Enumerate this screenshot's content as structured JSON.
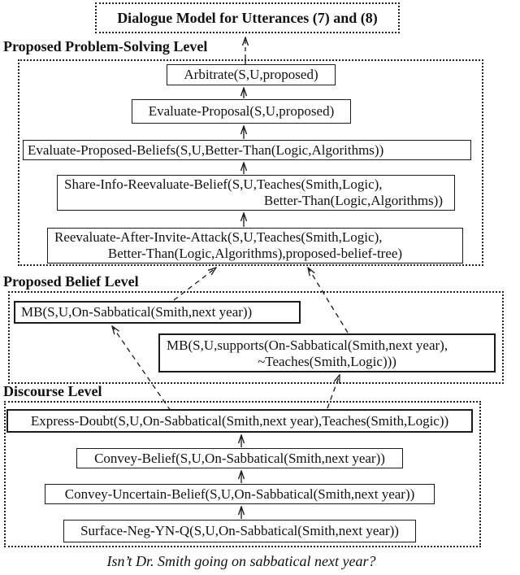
{
  "title": "Dialogue Model for Utterances (7) and (8)",
  "caption": "Isn’t Dr. Smith going on sabbatical next year?",
  "colors": {
    "ink": "#1a1a1a",
    "background": "#ffffff"
  },
  "levels": [
    {
      "label": "Proposed Problem-Solving Level",
      "nodes": [
        {
          "text": "Arbitrate(S,U,proposed)"
        },
        {
          "text": "Evaluate-Proposal(S,U,proposed)"
        },
        {
          "text": "Evaluate-Proposed-Beliefs(S,U,Better-Than(Logic,Algorithms))"
        },
        {
          "lines": [
            "Share-Info-Reevaluate-Belief(S,U,Teaches(Smith,Logic),",
            "Better-Than(Logic,Algorithms))"
          ]
        },
        {
          "lines": [
            "Reevaluate-After-Invite-Attack(S,U,Teaches(Smith,Logic),",
            "Better-Than(Logic,Algorithms),proposed-belief-tree)"
          ]
        }
      ]
    },
    {
      "label": "Proposed Belief Level",
      "nodes": [
        {
          "text": "MB(S,U,On-Sabbatical(Smith,next year))"
        },
        {
          "lines": [
            "MB(S,U,supports(On-Sabbatical(Smith,next year),",
            "~Teaches(Smith,Logic)))"
          ]
        }
      ]
    },
    {
      "label": "Discourse Level",
      "nodes": [
        {
          "text": "Express-Doubt(S,U,On-Sabbatical(Smith,next year),Teaches(Smith,Logic))"
        },
        {
          "text": "Convey-Belief(S,U,On-Sabbatical(Smith,next year))"
        },
        {
          "text": "Convey-Uncertain-Belief(S,U,On-Sabbatical(Smith,next year))"
        },
        {
          "text": "Surface-Neg-YN-Q(S,U,On-Sabbatical(Smith,next year))"
        }
      ]
    }
  ],
  "edges": [
    {
      "from": "Surface-Neg-YN-Q",
      "to": "Convey-Uncertain-Belief",
      "style": "solid"
    },
    {
      "from": "Convey-Uncertain-Belief",
      "to": "Convey-Belief",
      "style": "solid"
    },
    {
      "from": "Convey-Belief",
      "to": "Express-Doubt",
      "style": "solid"
    },
    {
      "from": "Express-Doubt",
      "to": "MB(On-Sabbatical)",
      "style": "dashed"
    },
    {
      "from": "Express-Doubt",
      "to": "MB(supports)",
      "style": "dashed"
    },
    {
      "from": "MB(On-Sabbatical)",
      "to": "Reevaluate-After-Invite-Attack",
      "style": "dashed"
    },
    {
      "from": "MB(supports)",
      "to": "Reevaluate-After-Invite-Attack",
      "style": "dashed"
    },
    {
      "from": "Reevaluate-After-Invite-Attack",
      "to": "Share-Info-Reevaluate-Belief",
      "style": "solid"
    },
    {
      "from": "Share-Info-Reevaluate-Belief",
      "to": "Evaluate-Proposed-Beliefs",
      "style": "solid"
    },
    {
      "from": "Evaluate-Proposed-Beliefs",
      "to": "Evaluate-Proposal",
      "style": "solid"
    },
    {
      "from": "Evaluate-Proposal",
      "to": "Arbitrate",
      "style": "solid"
    },
    {
      "from": "Problem-Solving Level",
      "to": "Dialogue Model",
      "style": "dashed"
    }
  ]
}
